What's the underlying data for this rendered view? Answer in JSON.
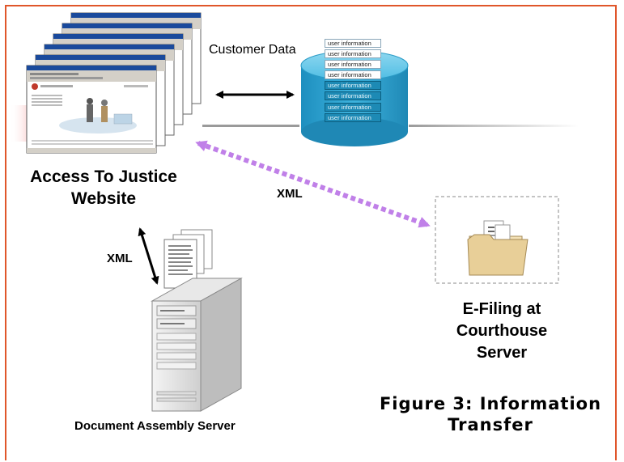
{
  "labels": {
    "customer_data": "Customer Data",
    "access_title_line1": "Access To Justice",
    "access_title_line2": "Website",
    "xml_top": "XML",
    "xml_left": "XML",
    "efiling_line1": "E-Filing at",
    "efiling_line2": "Courthouse",
    "efiling_line3": "Server",
    "document_assembly": "Document Assembly Server",
    "figure_line1": "Figure 3: Information",
    "figure_line2": "Transfer"
  },
  "database": {
    "rows": [
      "user information",
      "user information",
      "user information",
      "user information",
      "user information",
      "user information",
      "user information",
      "user information"
    ]
  },
  "colors": {
    "frame": "#e0562a",
    "database": "#2aa0cc",
    "xml_arrow": "#c080e8",
    "arrow": "#000000"
  },
  "icons": {
    "website_stack": "browser-windows-icon",
    "database": "database-cylinder-icon",
    "server": "server-tower-icon",
    "documents": "documents-icon",
    "folder": "folder-icon"
  }
}
